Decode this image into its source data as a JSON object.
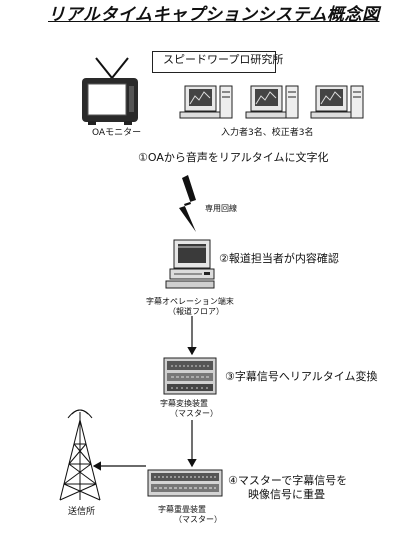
{
  "title": "リアルタイムキャプションシステム概念図",
  "company": "スピードワープロ研究所",
  "oa_monitor_label": "OAモニター",
  "inputters_label": "入力者3名、校正者3名",
  "steps": {
    "step1": "①OAから音声をリアルタイムに文字化",
    "step2": "②報道担当者が内容確認",
    "step3": "③字幕信号へリアルタイム変換",
    "step4_line1": "④マスターで字幕信号を",
    "step4_line2": "映像信号に重畳"
  },
  "dedicated_line_label": "専用回線",
  "caption_operation_terminal": {
    "line1": "字幕オペレーション端末",
    "line2": "（報道フロア）"
  },
  "caption_converter": {
    "line1": "字幕変換装置",
    "line2": "（マスター）"
  },
  "caption_superimposer": {
    "line1": "字幕重畳装置",
    "line2": "（マスター）"
  },
  "transmitter_label": "送信所"
}
